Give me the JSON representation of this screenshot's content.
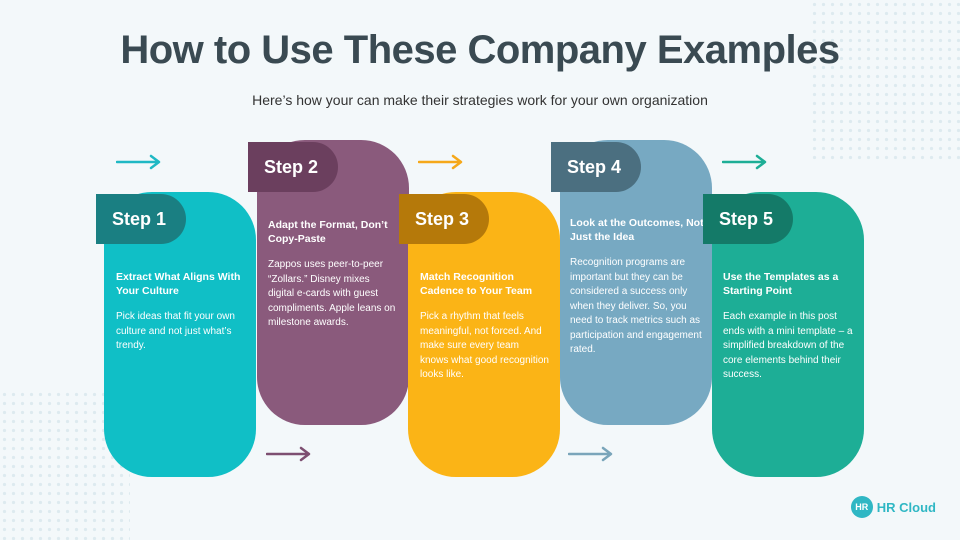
{
  "title": "How to Use These Company Examples",
  "subtitle": "Here’s how your can make their strategies work for your own organization",
  "steps": [
    {
      "label": "Step 1",
      "heading": "Extract What Aligns With Your Culture",
      "body": "Pick ideas that fit your own culture and not just what’s trendy.",
      "card_color": "#10bfc6",
      "tab_color": "#1a7f82"
    },
    {
      "label": "Step 2",
      "heading": "Adapt the Format, Don’t Copy-Paste",
      "body": "Zappos uses peer-to-peer “Zollars.” Disney mixes digital e-cards with guest compliments. Apple leans on milestone awards.",
      "card_color": "#8a5a7c",
      "tab_color": "#6b3f5e"
    },
    {
      "label": "Step 3",
      "heading": "Match Recognition Cadence to Your Team",
      "body": "Pick a rhythm that feels meaningful, not forced. And make sure every team knows what good recognition looks like.",
      "card_color": "#fbb416",
      "tab_color": "#b5790a"
    },
    {
      "label": "Step 4",
      "heading": "Look at the Outcomes, Not Just the Idea",
      "body": "Recognition programs are important but they can be considered a success only when they deliver. So, you need to track metrics such as participation and engagement rated.",
      "card_color": "#77a9c2",
      "tab_color": "#4b6f80"
    },
    {
      "label": "Step 5",
      "heading": "Use the Templates as a Starting Point",
      "body": "Each example in this post ends with a mini template – a simplified breakdown of the core elements behind their success.",
      "card_color": "#1dae96",
      "tab_color": "#147a68"
    }
  ],
  "arrows": [
    {
      "icon": "arrow-right-icon",
      "color": "#1fb8c4"
    },
    {
      "icon": "arrow-right-icon",
      "color": "#7d4f71"
    },
    {
      "icon": "arrow-right-icon",
      "color": "#f5a81a"
    },
    {
      "icon": "arrow-right-icon",
      "color": "#7aa5ba"
    },
    {
      "icon": "arrow-right-icon",
      "color": "#1dae96"
    }
  ],
  "logo": {
    "badge": "HR",
    "name": "HR Cloud",
    "color": "#2fb7c4"
  }
}
